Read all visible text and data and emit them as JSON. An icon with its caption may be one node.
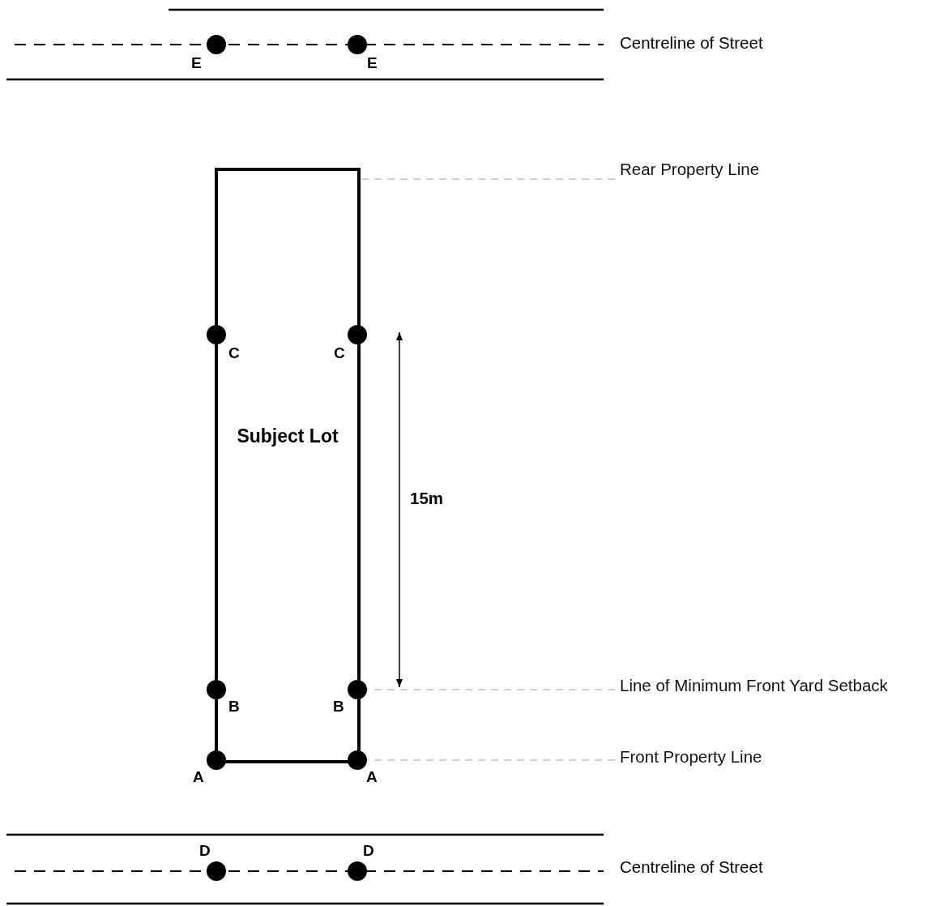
{
  "diagram": {
    "nodes": [
      {
        "text": [],
        "shape": "circle",
        "beside": [
          "E"
        ]
      },
      {
        "text": [],
        "shape": "circle",
        "beside": [
          "E"
        ]
      },
      {
        "text": [
          "Subject Lot"
        ]
      },
      {
        "text": [],
        "shape": "circle",
        "beside": [
          "C"
        ]
      },
      {
        "text": [],
        "shape": "circle",
        "beside": [
          "C"
        ]
      },
      {
        "text": [],
        "shape": "circle",
        "beside": [
          "B"
        ]
      },
      {
        "text": [],
        "shape": "circle",
        "beside": [
          "B"
        ]
      },
      {
        "text": [],
        "shape": "circle",
        "beside": [
          "A"
        ]
      },
      {
        "text": [],
        "shape": "circle",
        "beside": [
          "A"
        ]
      },
      {
        "text": [],
        "shape": "circle",
        "beside": [
          "D"
        ]
      },
      {
        "text": [],
        "shape": "circle",
        "beside": [
          "D"
        ]
      },
      {
        "text": [
          "Rear Property Line"
        ]
      },
      {
        "text": [
          "Line of Minimum Front Yard Setback"
        ]
      },
      {
        "text": [
          "Front Property Line"
        ]
      }
    ],
    "edges": [
      {
        "from": 11,
        "to": 2,
        "arrow": "none",
        "style": "dashed",
        "color": "#a6a6a6"
      },
      {
        "from": 12,
        "to": 6,
        "arrow": "none",
        "style": "dashed",
        "color": "#a6a6a6"
      },
      {
        "from": 13,
        "to": 8,
        "arrow": "none",
        "style": "dashed",
        "color": "#a6a6a6"
      }
    ],
    "labels": [
      "Centreline of Street",
      "15m",
      "Centreline of Street"
    ]
  }
}
